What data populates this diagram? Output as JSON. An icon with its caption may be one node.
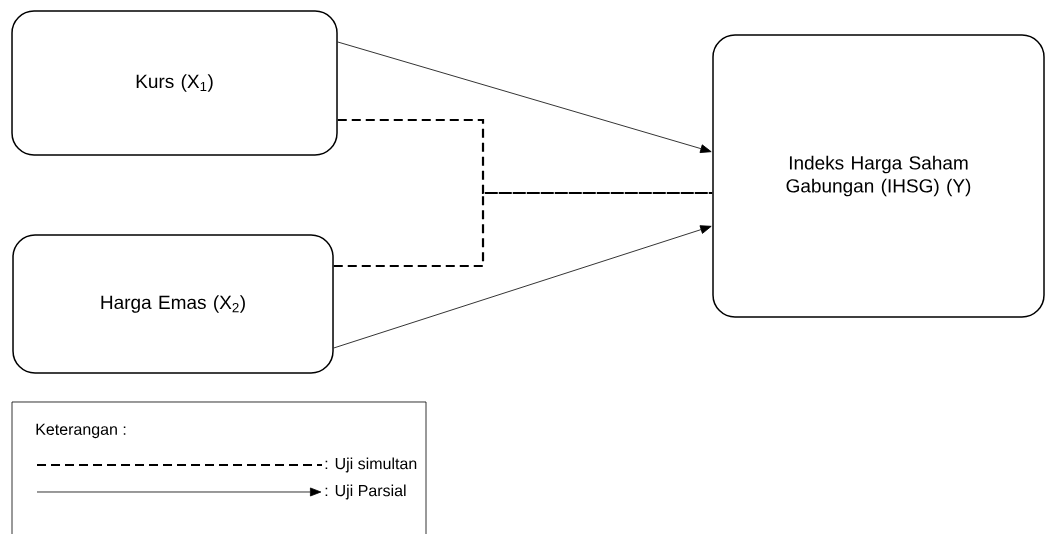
{
  "diagram": {
    "nodes": [
      {
        "text": [
          "Kurs (X$_{1}$)"
        ]
      },
      {
        "text": [
          "Harga Emas (X$_{2}$)"
        ]
      },
      {
        "text": [
          "Indeks Harga Saham Gabungan (IHSG) (Y)"
        ]
      }
    ],
    "edges": [
      {
        "from": 0,
        "to": 2,
        "arrow": "to"
      },
      {
        "from": 1,
        "to": 2,
        "arrow": "to"
      },
      {
        "from": 0,
        "to": 2,
        "arrow": "none",
        "style": "dashed"
      },
      {
        "from": 1,
        "to": 2,
        "arrow": "none",
        "style": "dashed"
      }
    ],
    "labels": [
      "Keterangan :"
    ],
    "legend": [
      {
        "text": ": Uji simultan"
      },
      {
        "text": ": Uji Parsial"
      }
    ]
  }
}
